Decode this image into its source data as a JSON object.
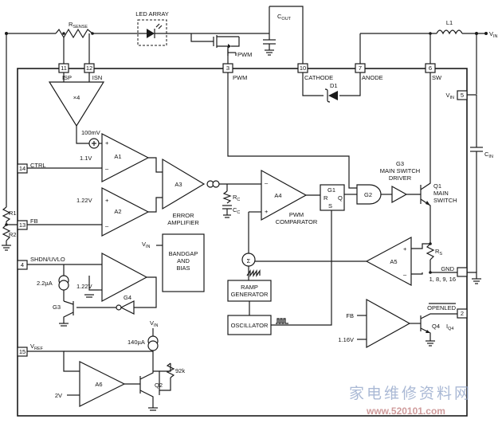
{
  "labels": {
    "rsense": "R",
    "rsense_sub": "SENSE",
    "led_array": "LED ARRAY",
    "cout": "C",
    "cout_sub": "OUT",
    "l1": "L1",
    "vin_top": "V",
    "vin_top_sub": "IN",
    "pwm_ext": "PWM",
    "pin11": "11",
    "pin12": "12",
    "pin3": "3",
    "pin10": "10",
    "pin7": "7",
    "pin6": "6",
    "pin5": "5",
    "pin14": "14",
    "pin13": "13",
    "pin4": "4",
    "pin15": "15",
    "pin2": "2",
    "isp": "ISP",
    "isn": "ISN",
    "pwm_pin": "PWM",
    "cathode": "CATHODE",
    "anode": "ANODE",
    "sw": "SW",
    "d1": "D1",
    "vin_pin": "V",
    "vin_pin_sub": "IN",
    "cin": "C",
    "cin_sub": "IN",
    "x4": "×4",
    "mv100": "100mV",
    "v11": "1.1V",
    "a1": "A1",
    "a2": "A2",
    "a3": "A3",
    "v122": "1.22V",
    "ctrl": "CTRL",
    "fb": "FB",
    "error_amp_1": "ERROR",
    "error_amp_2": "AMPLIFIER",
    "rc": "R",
    "rc_sub": "C",
    "cc": "C",
    "cc_sub": "C",
    "a4": "A4",
    "pwm_comp_1": "PWM",
    "pwm_comp_2": "COMPARATOR",
    "g1": "G1",
    "g1_r": "R",
    "g1_q": "Q",
    "g1_s": "S",
    "g2": "G2",
    "g3_1": "G3",
    "g3_2": "MAIN SWITCH",
    "g3_3": "DRIVER",
    "q1_1": "Q1",
    "q1_2": "MAIN",
    "q1_3": "SWITCH",
    "r1": "R1",
    "r2": "R2",
    "shdn": "SHDN/UVLO",
    "ua22": "2.2µA",
    "v122b": "1.22V",
    "g4": "G4",
    "g3b": "G3",
    "vin_bg": "V",
    "vin_bg_sub": "IN",
    "bandgap_1": "BANDGAP",
    "bandgap_2": "AND",
    "bandgap_3": "BIAS",
    "ramp_1": "RAMP",
    "ramp_2": "GENERATOR",
    "osc": "OSCILLATOR",
    "a5": "A5",
    "rs": "R",
    "rs_sub": "S",
    "gnd": "GND",
    "gnd_pins": "1, 8, 9, 16",
    "openled": "OPENLED",
    "fb2": "FB",
    "v116": "1.16V",
    "q4": "Q4",
    "iq4": "I",
    "iq4_sub": "Q4",
    "vref": "V",
    "vref_sub": "REF",
    "vin_bot": "V",
    "vin_bot_sub": "IN",
    "ua140": "140µA",
    "k92": "92k",
    "a6": "A6",
    "v2": "2V",
    "q2": "Q2",
    "sum": "Σ"
  },
  "watermark": {
    "cn": "家电维修资料网",
    "url": "www.520101.com"
  }
}
